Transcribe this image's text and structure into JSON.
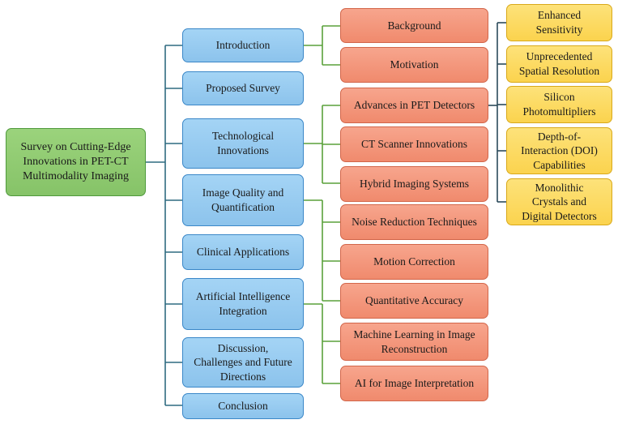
{
  "root": {
    "label": "Survey on Cutting-Edge\nInnovations in PET-CT\nMultimodality Imaging"
  },
  "sections": [
    {
      "label": "Introduction"
    },
    {
      "label": "Proposed Survey"
    },
    {
      "label": "Technological\nInnovations"
    },
    {
      "label": "Image Quality and\nQuantification"
    },
    {
      "label": "Clinical Applications"
    },
    {
      "label": "Artificial Intelligence\nIntegration"
    },
    {
      "label": "Discussion,\nChallenges and Future\nDirections"
    },
    {
      "label": "Conclusion"
    }
  ],
  "subtopics": [
    {
      "label": "Background"
    },
    {
      "label": "Motivation"
    },
    {
      "label": "Advances in PET Detectors"
    },
    {
      "label": "CT Scanner Innovations"
    },
    {
      "label": "Hybrid Imaging Systems"
    },
    {
      "label": "Noise Reduction Techniques"
    },
    {
      "label": "Motion Correction"
    },
    {
      "label": "Quantitative Accuracy"
    },
    {
      "label": "Machine Learning in Image\nReconstruction"
    },
    {
      "label": "AI for Image Interpretation"
    }
  ],
  "detector_details": [
    {
      "label": "Enhanced\nSensitivity"
    },
    {
      "label": "Unprecedented\nSpatial Resolution"
    },
    {
      "label": "Silicon\nPhotomultipliers"
    },
    {
      "label": "Depth-of-\nInteraction (DOI)\nCapabilities"
    },
    {
      "label": "Monolithic\nCrystals and\nDigital Detectors"
    }
  ],
  "colors": {
    "connector": "#2e6b80",
    "connector_green": "#5aa13a",
    "connector_dark": "#2b4a5a"
  }
}
